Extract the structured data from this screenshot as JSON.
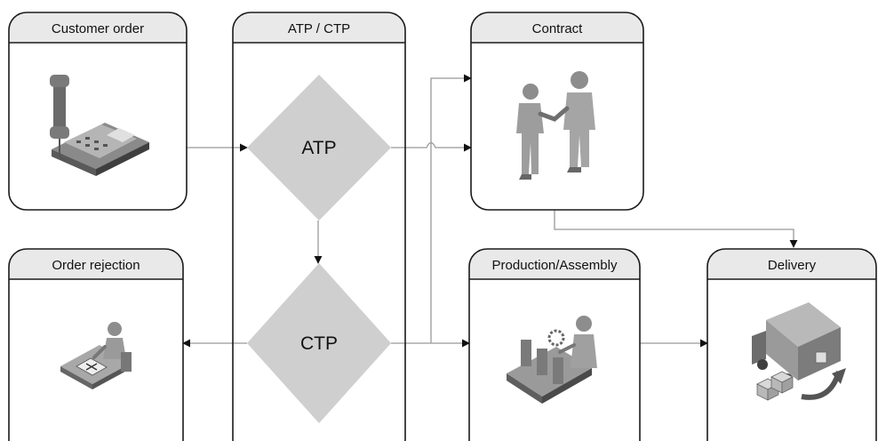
{
  "boxes": {
    "customer_order": "Customer order",
    "atp_ctp": "ATP / CTP",
    "contract": "Contract",
    "order_rejection": "Order rejection",
    "production_assembly": "Production/Assembly",
    "delivery": "Delivery"
  },
  "decisions": {
    "atp": "ATP",
    "ctp": "CTP"
  },
  "icons": {
    "customer_order": "telephone-fax-icon",
    "contract": "handshake-icon",
    "order_rejection": "desk-worker-rejected-document-icon",
    "production_assembly": "assembly-line-worker-icon",
    "delivery": "delivery-truck-boxes-icon"
  },
  "colors": {
    "header_fill": "#e9e9e9",
    "box_border": "#1a1a1a",
    "diamond_fill": "#cfcfcf",
    "connector": "#999999"
  }
}
